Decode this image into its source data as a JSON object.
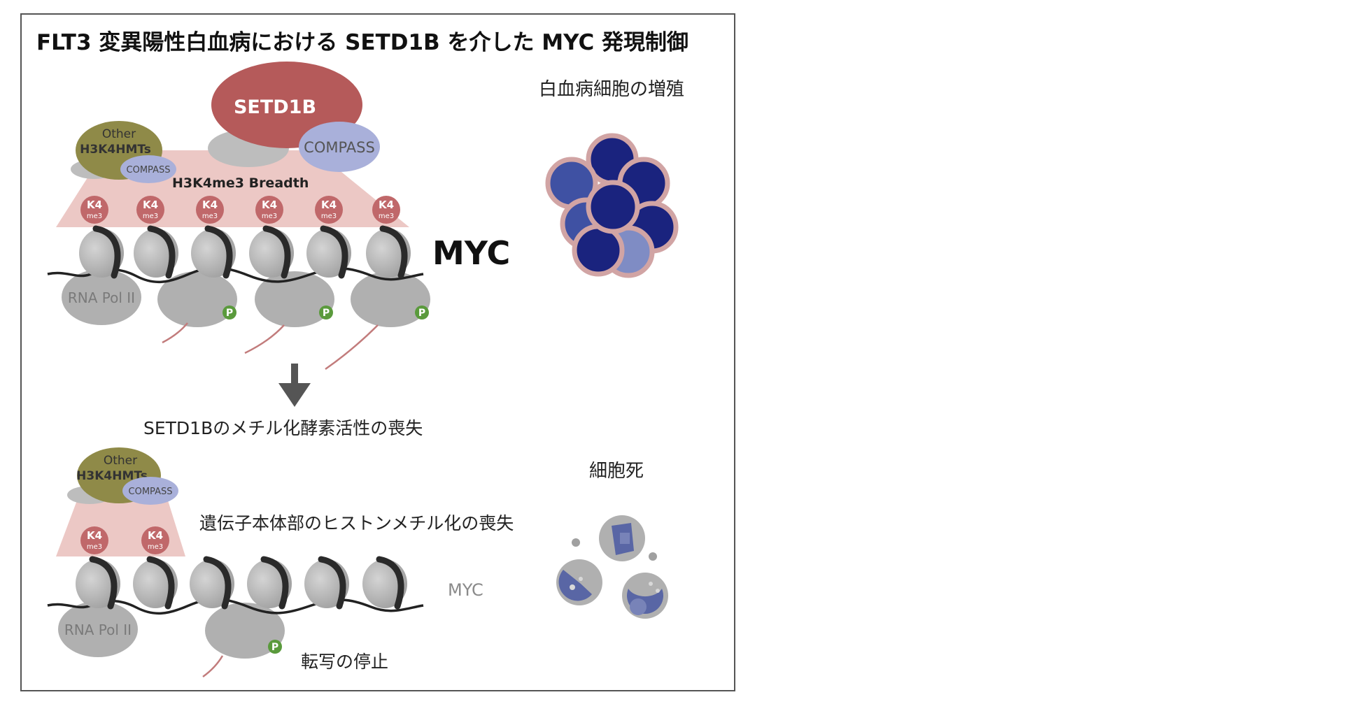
{
  "title": "FLT3 変異陽性白血病における SETD1B を介した MYC 発現制御",
  "top": {
    "setd1b_label": "SETD1B",
    "compass_label": "COMPASS",
    "other_hmt_line1": "Other",
    "other_hmt_line2": "H3K4HMTs",
    "small_compass_label": "COMPASS",
    "breadth_label": "H3K4me3 Breadth",
    "myc_label": "MYC",
    "pol2_label": "RNA Pol II",
    "mark_k": "K4",
    "mark_me": "me3",
    "phospho": "P",
    "prolif_label": "白血病細胞の増殖"
  },
  "transition_label": "SETD1Bのメチル化酵素活性の喪失",
  "bottom": {
    "other_hmt_line1": "Other",
    "other_hmt_line2": "H3K4HMTs",
    "small_compass_label": "COMPASS",
    "loss_label": "遺伝子本体部のヒストンメチル化の喪失",
    "myc_label": "MYC",
    "pol2_label": "RNA Pol II",
    "mark_k": "K4",
    "mark_me": "me3",
    "phospho": "P",
    "stop_label": "転写の停止",
    "death_label": "細胞死"
  },
  "colors": {
    "setd1b": "#b55a5a",
    "compass": "#a9b0da",
    "other_hmt": "#8f8a48",
    "breadth_band": "#ecc8c5",
    "histone_mark": "#c0686a",
    "nucleosome": "#b8b8b8",
    "pol2": "#b0b0b0",
    "phospho": "#5a9a3c",
    "rna": "#c27c7c",
    "cell_fill": "#1a237e",
    "cell_border": "#d1a4a4",
    "dying_cell": "#5966a5"
  }
}
